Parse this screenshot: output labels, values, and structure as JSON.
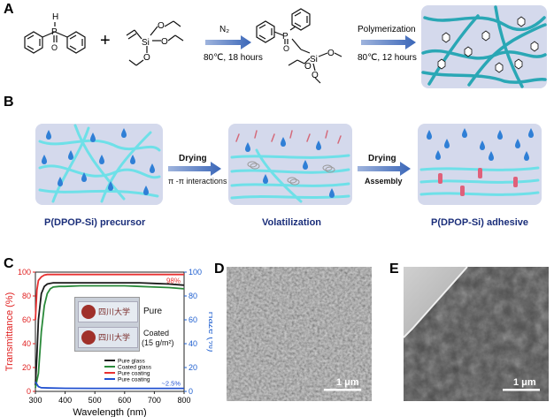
{
  "panel_a": {
    "label": "A",
    "reagent_h": "H",
    "reagent_p": "P",
    "reagent_o": "O",
    "plus": "+",
    "reagent_si": "Si",
    "reagent_o_atom": "O",
    "step1_top": "N₂",
    "step1_bottom": "80℃, 18 hours",
    "product_p": "P",
    "product_o": "O",
    "product_si": "Si",
    "product_o_atom": "O",
    "step2_top": "Polymerization",
    "step2_bottom": "80℃, 12 hours"
  },
  "panel_b": {
    "label": "B",
    "arrow1_top": "Drying",
    "arrow1_bottom": "π -π  interactions",
    "arrow2_top": "Drying",
    "arrow2_bottom": "Assembly",
    "caption1": "P(DPOP-Si) precursor",
    "caption2": "Volatilization",
    "caption3": "P(DPOP-Si) adhesive"
  },
  "panel_c": {
    "label": "C",
    "inset_label_pure": "Pure",
    "inset_label_coated_1": "Coated",
    "inset_label_coated_2": "(15 g/m²)",
    "inset_logo_text": "四川大学",
    "annotation_98": "98%",
    "annotation_2_5": "~2.5%"
  },
  "panel_d": {
    "label": "D",
    "scalebar": "1 μm"
  },
  "panel_e": {
    "label": "E",
    "scalebar": "1 μm"
  },
  "colors": {
    "fiber": "#6ee0e8",
    "fiber_dark": "#2aa7b5",
    "droplet": "#2f7fd6",
    "box_bg": "#d4d9ec",
    "transmittance_axis": "#e02020",
    "haze_axis": "#2060d0",
    "pure_glass": "#1a1a1a",
    "coated_glass": "#2a8a3a",
    "pure_coating": "#e83030",
    "pure_coating_haze": "#2050d0",
    "title_blue": "#1a2e7a"
  },
  "chart_data": {
    "type": "line",
    "title": "",
    "xlabel": "Wavelength (nm)",
    "ylabel_left": "Transmittance (%)",
    "ylabel_right": "Haze (%)",
    "xlim": [
      300,
      800
    ],
    "ylim_left": [
      0,
      100
    ],
    "ylim_right": [
      0,
      100
    ],
    "xticks": [
      300,
      400,
      500,
      600,
      700,
      800
    ],
    "yticks_left": [
      0,
      20,
      40,
      60,
      80,
      100
    ],
    "yticks_right": [
      0,
      20,
      40,
      60,
      80,
      100
    ],
    "legend_position": "bottom-right",
    "series": [
      {
        "name": "Pure glass",
        "axis": "left",
        "color": "#1a1a1a",
        "x": [
          300,
          305,
          310,
          320,
          330,
          340,
          350,
          360,
          380,
          400,
          450,
          500,
          550,
          600,
          650,
          700,
          750,
          800
        ],
        "y": [
          5,
          30,
          60,
          82,
          88,
          90,
          90.5,
          91,
          91,
          91,
          91,
          91,
          91,
          91,
          91,
          90.5,
          90,
          89
        ]
      },
      {
        "name": "Coated glass",
        "axis": "left",
        "color": "#2a8a3a",
        "x": [
          300,
          310,
          320,
          330,
          340,
          350,
          360,
          380,
          400,
          450,
          500,
          550,
          600,
          650,
          700,
          750,
          800
        ],
        "y": [
          3,
          15,
          50,
          72,
          82,
          86,
          87.5,
          88,
          88,
          88.5,
          88.5,
          88.5,
          88.5,
          88,
          87.5,
          87,
          86
        ]
      },
      {
        "name": "Pure coating",
        "axis": "left",
        "color": "#e83030",
        "x": [
          300,
          305,
          310,
          320,
          330,
          340,
          350,
          400,
          500,
          600,
          700,
          800
        ],
        "y": [
          60,
          85,
          93,
          96,
          97.5,
          98,
          98,
          98,
          98,
          98,
          98,
          98
        ]
      },
      {
        "name": "Pure coating",
        "axis": "right",
        "color": "#2050d0",
        "x": [
          300,
          310,
          320,
          350,
          400,
          500,
          600,
          700,
          800
        ],
        "y": [
          8,
          4,
          3,
          2.8,
          2.6,
          2.5,
          2.5,
          2.5,
          2.5
        ]
      }
    ]
  }
}
